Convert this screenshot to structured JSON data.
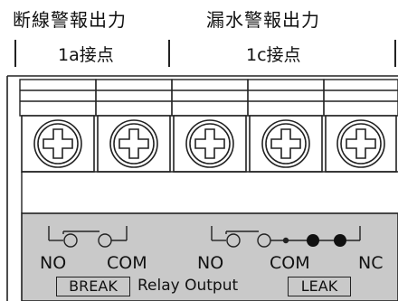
{
  "headers": {
    "left_title": "断線警報出力",
    "left_sub": "1a接点",
    "right_title": "漏水警報出力",
    "right_sub": "1c接点"
  },
  "terminals": [
    {
      "id": 1,
      "label": "NO"
    },
    {
      "id": 2,
      "label": "COM"
    },
    {
      "id": 3,
      "label": "NO"
    },
    {
      "id": 4,
      "label": "COM"
    },
    {
      "id": 5,
      "label": "NC"
    }
  ],
  "panel": {
    "break_label": "BREAK",
    "relay_label": "Relay Output",
    "leak_label": "LEAK"
  }
}
